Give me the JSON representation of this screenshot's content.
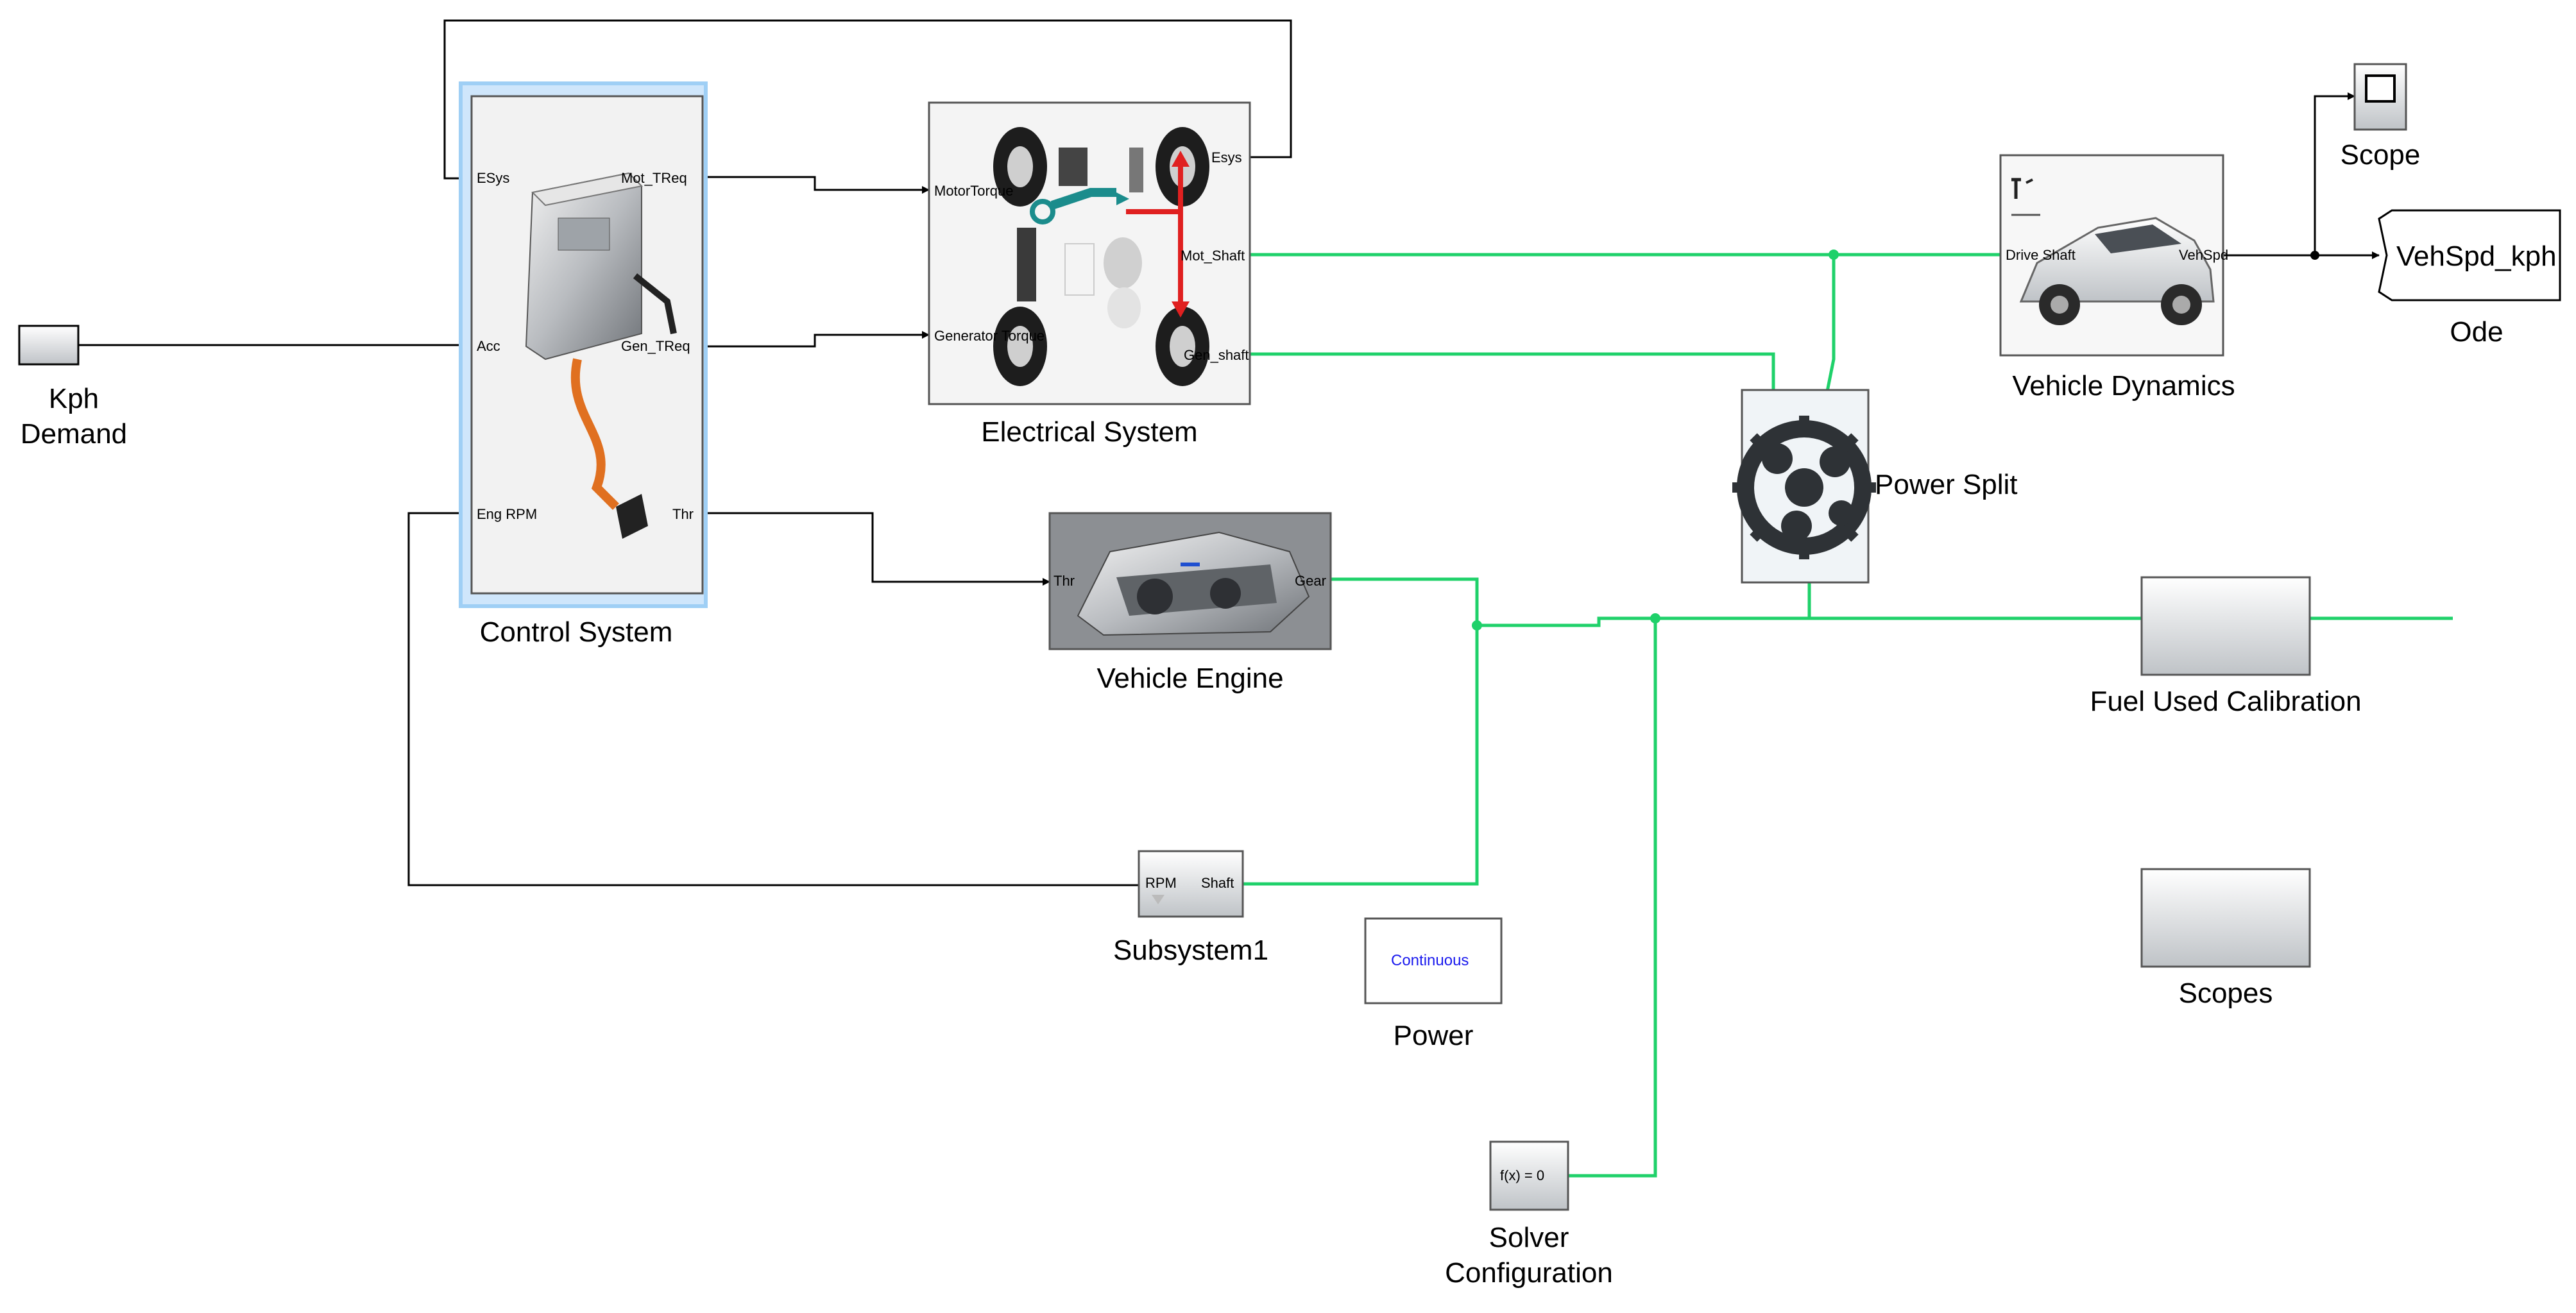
{
  "blocks": {
    "kph_demand": {
      "label_line1": "Kph",
      "label_line2": "Demand"
    },
    "control_system": {
      "label": "Control System",
      "ports_in": [
        "ESys",
        "Acc",
        "Eng RPM"
      ],
      "ports_out": [
        "Mot_TReq",
        "Gen_TReq",
        "Thr"
      ]
    },
    "electrical_system": {
      "label": "Electrical System",
      "ports_in": [
        "MotorTorque",
        "Generator Torque"
      ],
      "ports_out": [
        "Esys",
        "Mot_Shaft",
        "Gen_shaft"
      ]
    },
    "vehicle_engine": {
      "label": "Vehicle Engine",
      "ports_in": [
        "Thr"
      ],
      "ports_out": [
        "Gear"
      ]
    },
    "power_split": {
      "label": "Power Split"
    },
    "vehicle_dynamics": {
      "label": "Vehicle Dynamics",
      "ports_in": [
        "Drive Shaft"
      ],
      "ports_out": [
        "VehSpd"
      ]
    },
    "scope": {
      "label": "Scope"
    },
    "ode": {
      "label": "Ode",
      "signal": "VehSpd_kph"
    },
    "subsystem1": {
      "label": "Subsystem1",
      "ports_in": [
        "RPM"
      ],
      "ports_out": [
        "Shaft"
      ]
    },
    "power": {
      "label": "Power",
      "text": "Continuous"
    },
    "solver": {
      "label_line1": "Solver",
      "label_line2": "Configuration",
      "text": "f(x) = 0"
    },
    "fuel_used": {
      "label": "Fuel Used Calibration"
    },
    "scopes": {
      "label": "Scopes"
    }
  },
  "colors": {
    "signal_line": "#000000",
    "physical_line": "#1fd16a",
    "highlight": "#cfe6fb",
    "arrow_red": "#e02020",
    "arrow_teal": "#1b8c8c",
    "continuous_text": "#1a1aee"
  }
}
